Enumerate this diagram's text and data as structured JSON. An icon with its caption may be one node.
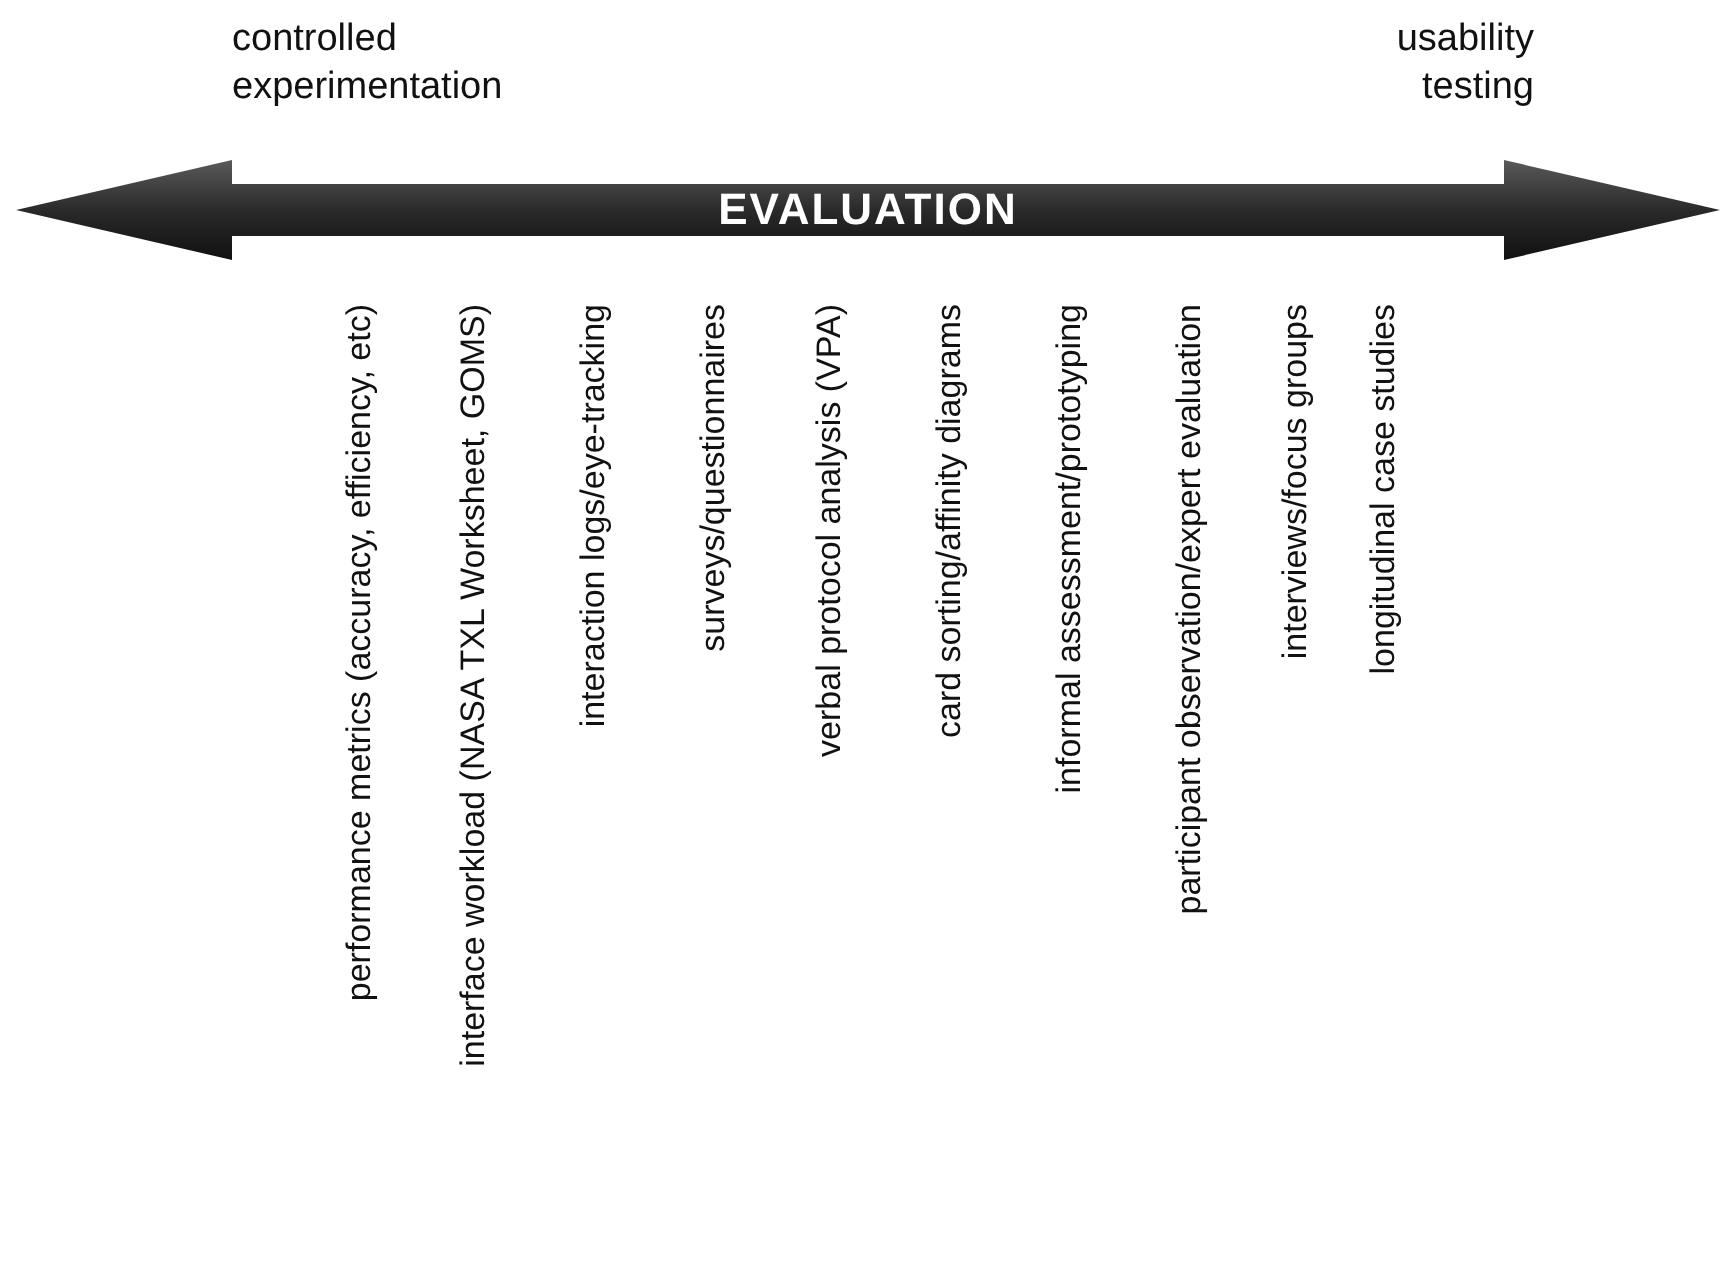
{
  "diagram": {
    "nodes": [
      {
        "text": [
          "EVALUATION"
        ]
      }
    ],
    "edges": [],
    "labels": [
      "controlled experimentation",
      "usability testing",
      "performance metrics (accuracy, efficiency, etc)",
      "interface workload (NASA TXL Worksheet, GOMS)",
      "interaction logs/eye-tracking",
      "surveys/questionnaires",
      "verbal protocol analysis (VPA)",
      "card sorting/affinity diagrams",
      "informal assessment/prototyping",
      "participant observation/expert evaluation",
      "interviews/focus groups",
      "longitudinal case studies"
    ]
  }
}
